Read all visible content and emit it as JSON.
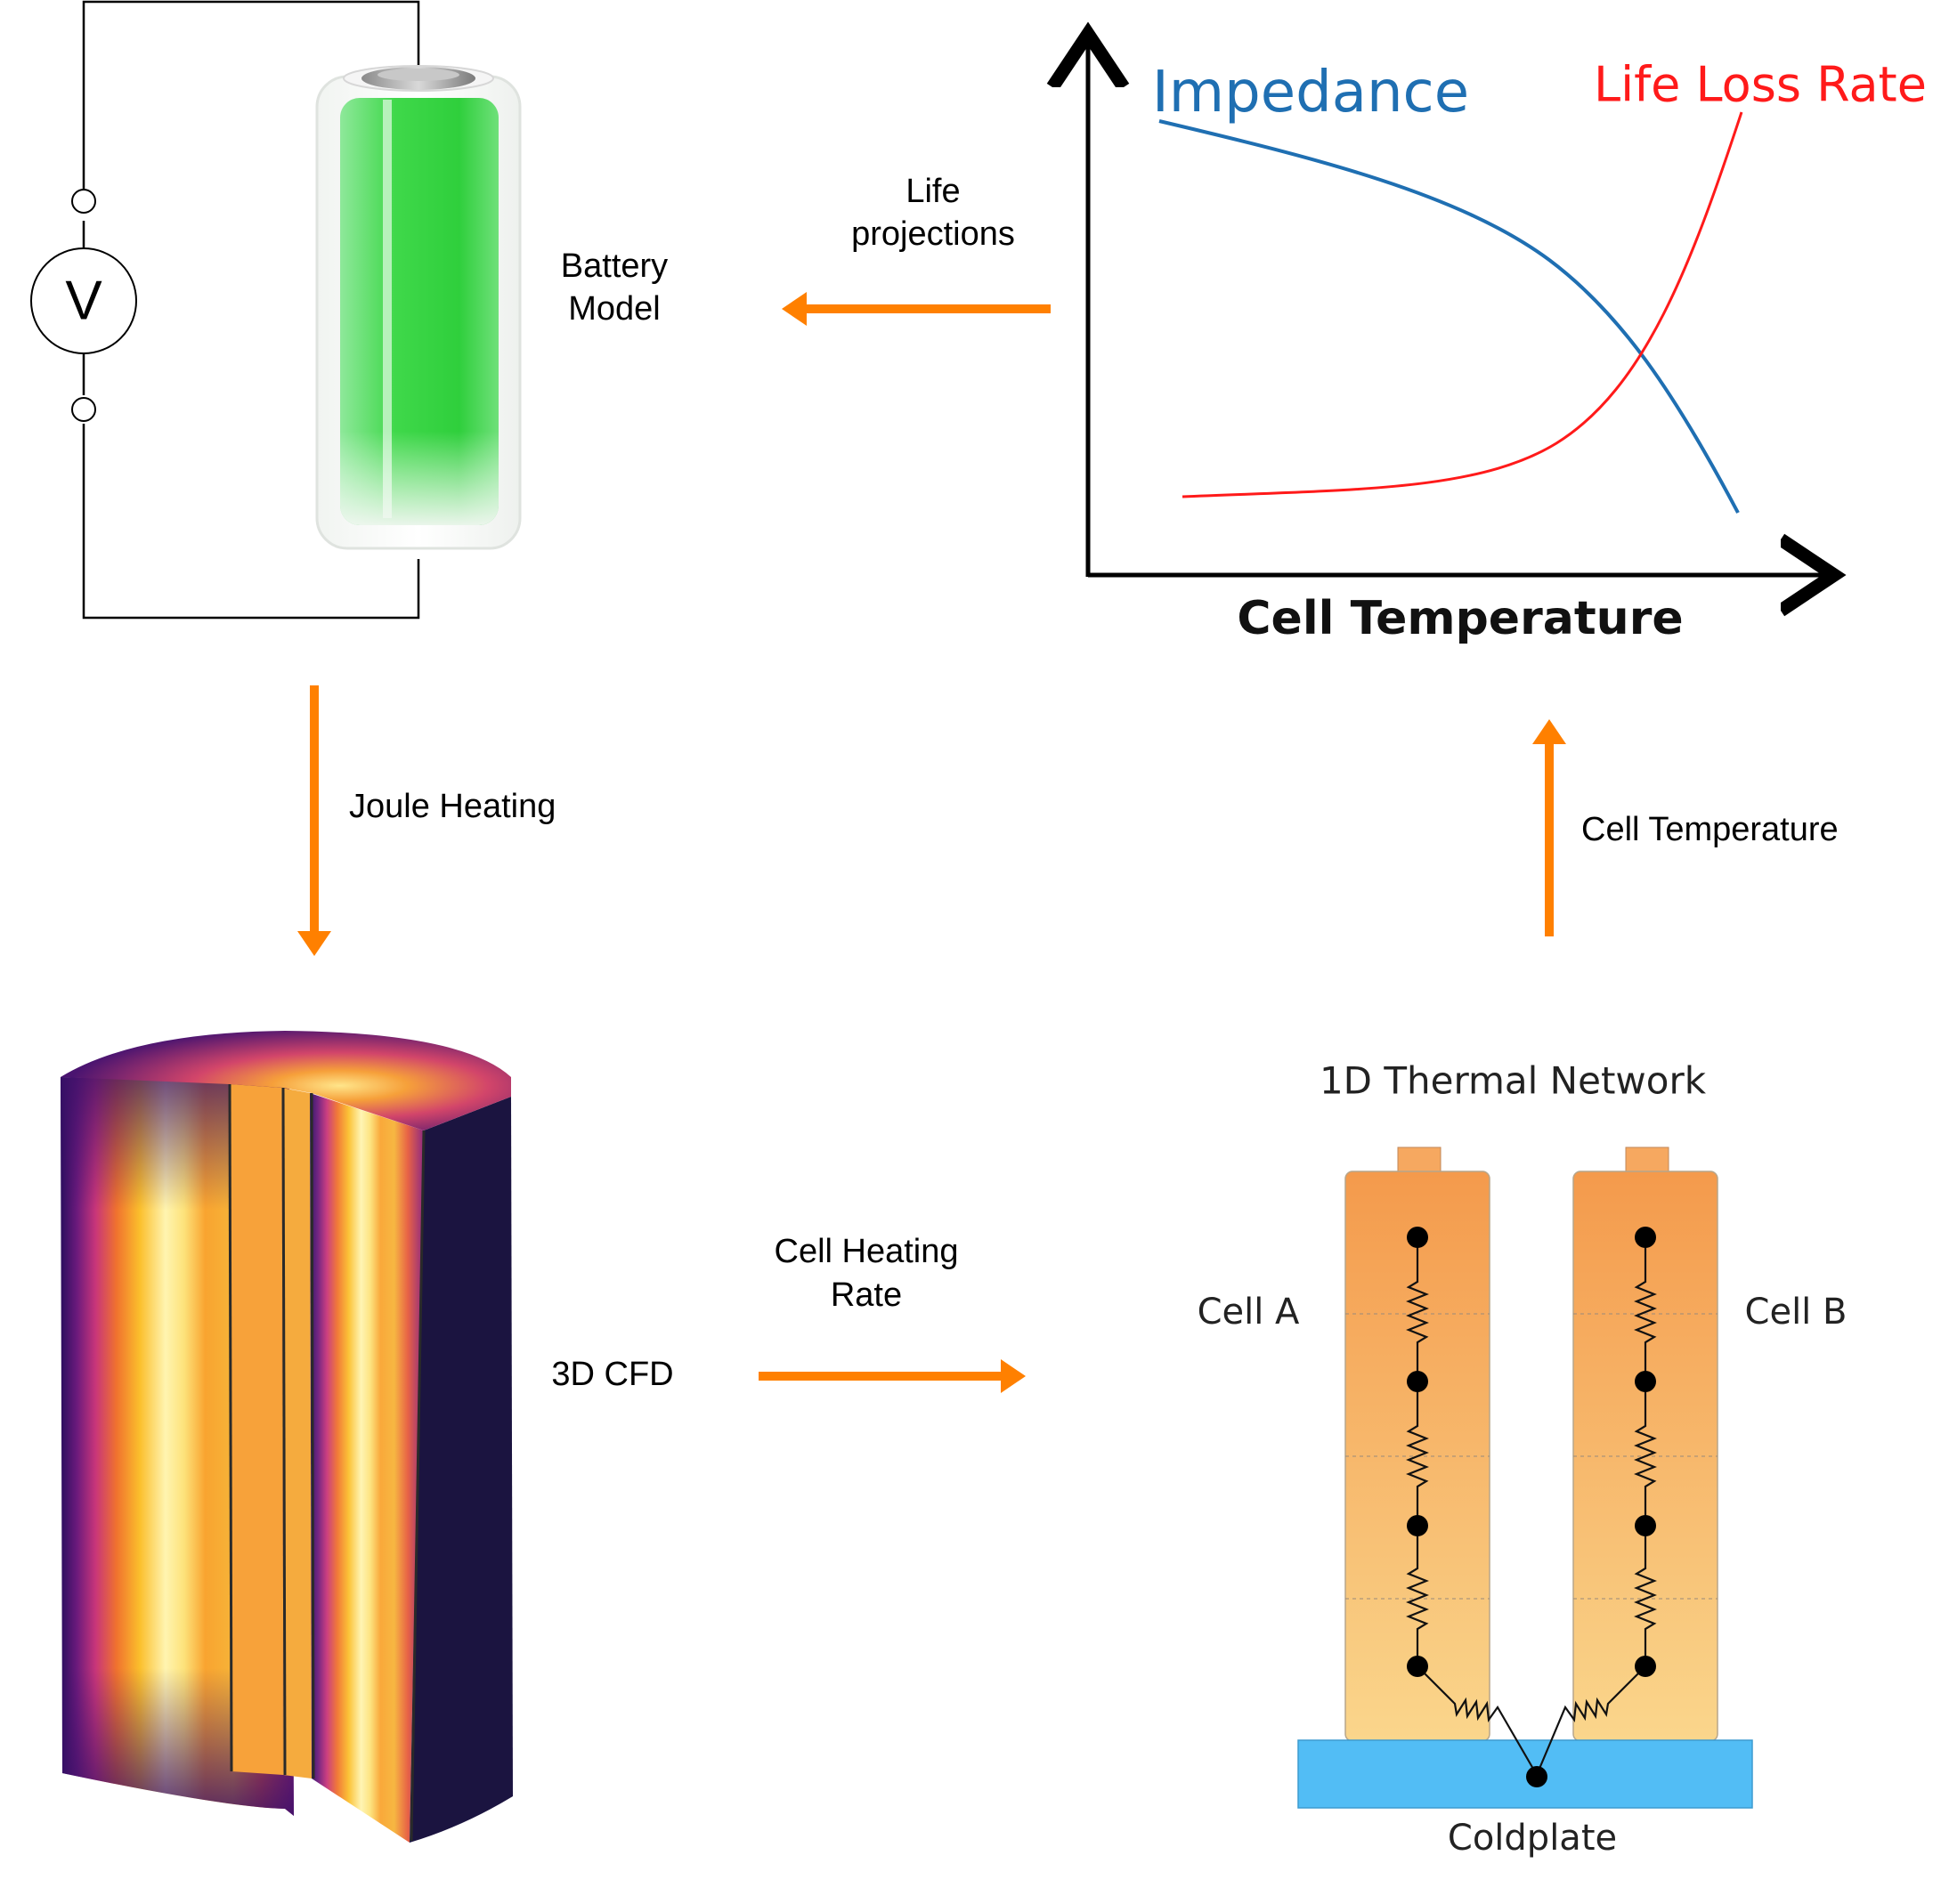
{
  "battery_model": {
    "label_line1": "Battery",
    "label_line2": "Model",
    "voltmeter_symbol": "V"
  },
  "life_projections": {
    "label_line1": "Life",
    "label_line2": "projections"
  },
  "joule_heating": {
    "label": "Joule Heating"
  },
  "cfd": {
    "label": "3D CFD"
  },
  "cell_heating_rate": {
    "label_line1": "Cell Heating",
    "label_line2": "Rate"
  },
  "cell_temperature_link": {
    "label": "Cell Temperature"
  },
  "chart": {
    "impedance_label": "Impedance",
    "life_loss_label": "Life Loss Rate",
    "x_axis_label": "Cell Temperature",
    "impedance_color": "#1f6fb2",
    "life_loss_color": "#ff1a1a"
  },
  "thermal_network": {
    "title": "1D Thermal Network",
    "cell_a": "Cell A",
    "cell_b": "Cell B",
    "coldplate": "Coldplate",
    "cell_color": "#f6a860",
    "coldplate_color": "#52bdf5"
  },
  "colors": {
    "arrow": "#ff8000"
  }
}
